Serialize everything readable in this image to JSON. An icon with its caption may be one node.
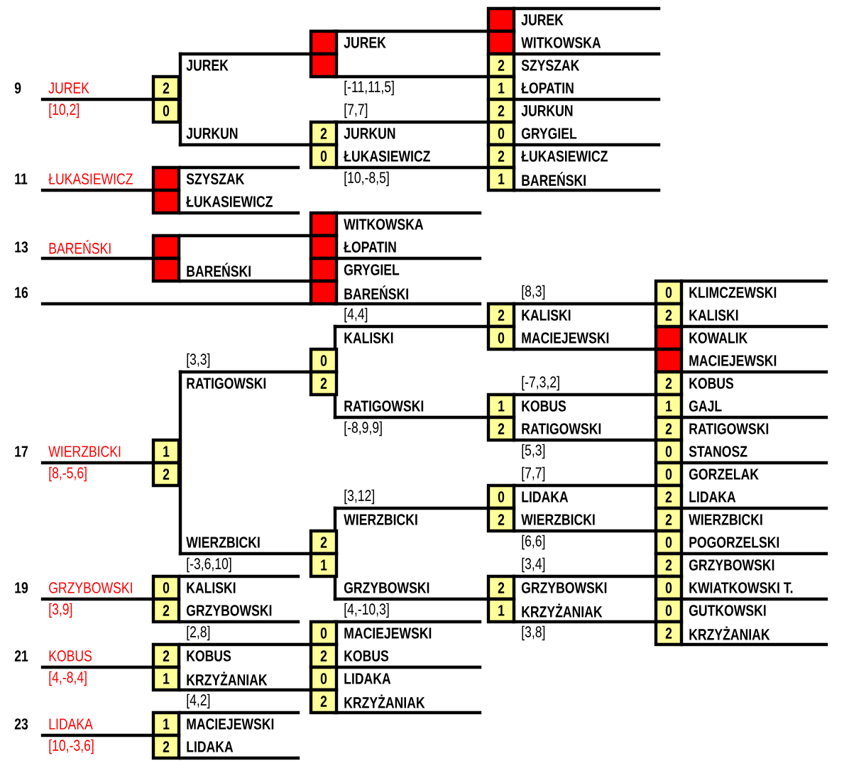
{
  "diagram": {
    "labels": [
      "JUREK",
      "JUREK",
      "WITKOWSKA",
      "JUREK",
      "2",
      "SZYSZAK",
      "9",
      "JUREK",
      "2",
      "[-11,11,5]",
      "1",
      "ŁOPATIN",
      "[10,2]",
      "0",
      "[7,7]",
      "2",
      "JURKUN",
      "JURKUN",
      "2",
      "JURKUN",
      "0",
      "GRYGIEL",
      "0",
      "ŁUKASIEWICZ",
      "2",
      "ŁUKASIEWICZ",
      "11",
      "ŁUKASIEWICZ",
      "SZYSZAK",
      "[10,-8,5]",
      "1",
      "BAREŃSKI",
      "ŁUKASIEWICZ",
      "WITKOWSKA",
      "13",
      "BAREŃSKI",
      "ŁOPATIN",
      "BAREŃSKI",
      "GRYGIEL",
      "16",
      "BAREŃSKI",
      "[8,3]",
      "0",
      "KLIMCZEWSKI",
      "[4,4]",
      "2",
      "KALISKI",
      "2",
      "KALISKI",
      "KALISKI",
      "0",
      "MACIEJEWSKI",
      "KOWALIK",
      "[3,3]",
      "0",
      "MACIEJEWSKI",
      "RATIGOWSKI",
      "2",
      "[-7,3,2]",
      "2",
      "KOBUS",
      "RATIGOWSKI",
      "1",
      "KOBUS",
      "1",
      "GAJL",
      "[-8,9,9]",
      "2",
      "RATIGOWSKI",
      "2",
      "RATIGOWSKI",
      "17",
      "WIERZBICKI",
      "1",
      "[5,3]",
      "0",
      "STANOSZ",
      "[8,-5,6]",
      "2",
      "[7,7]",
      "0",
      "GORZELAK",
      "[3,12]",
      "0",
      "LIDAKA",
      "2",
      "LIDAKA",
      "WIERZBICKI",
      "2",
      "WIERZBICKI",
      "2",
      "WIERZBICKI",
      "WIERZBICKI",
      "2",
      "[6,6]",
      "0",
      "POGORZELSKI",
      "[-3,6,10]",
      "1",
      "[3,4]",
      "2",
      "GRZYBOWSKI",
      "19",
      "GRZYBOWSKI",
      "0",
      "KALISKI",
      "GRZYBOWSKI",
      "2",
      "GRZYBOWSKI",
      "0",
      "KWIATKOWSKI T.",
      "[3,9]",
      "2",
      "GRZYBOWSKI",
      "[4,-10,3]",
      "1",
      "KRZYŻANIAK",
      "0",
      "GUTKOWSKI",
      "[2,8]",
      "0",
      "MACIEJEWSKI",
      "[3,8]",
      "2",
      "KRZYŻANIAK",
      "21",
      "KOBUS",
      "2",
      "KOBUS",
      "2",
      "KOBUS",
      "[4,-8,4]",
      "1",
      "KRZYŻANIAK",
      "0",
      "LIDAKA",
      "[4,2]",
      "2",
      "KRZYŻANIAK",
      "23",
      "LIDAKA",
      "1",
      "MACIEJEWSKI",
      "[10,-3,6]",
      "2",
      "LIDAKA"
    ]
  }
}
